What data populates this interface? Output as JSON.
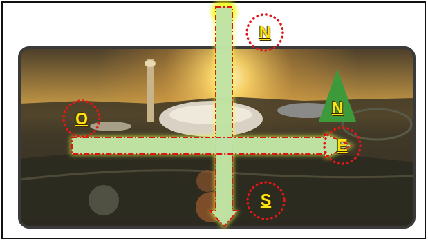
{
  "diagram": {
    "nodes": [
      {
        "text": [
          "N"
        ]
      },
      {
        "text": [
          "O"
        ]
      },
      {
        "text": [
          "N"
        ]
      },
      {
        "text": [
          "E"
        ]
      },
      {
        "text": [
          "S"
        ]
      }
    ]
  }
}
